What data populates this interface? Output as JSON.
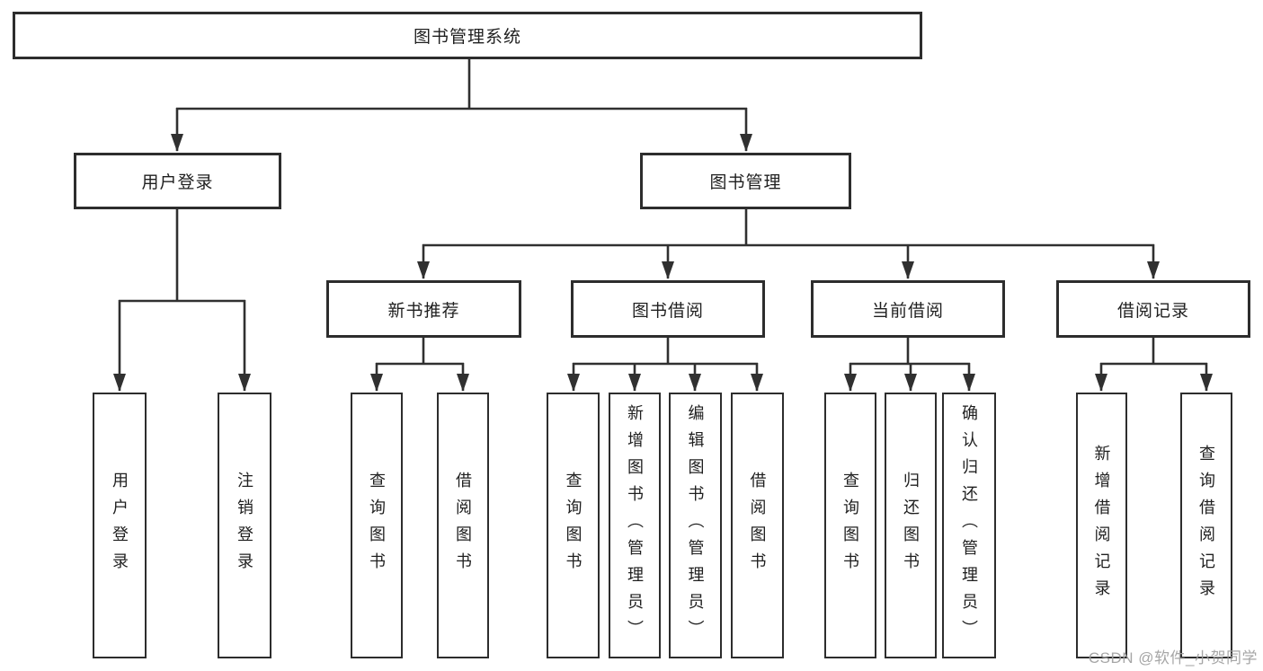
{
  "diagram": {
    "title": "图书管理系统",
    "root": {
      "label": "图书管理系统"
    },
    "level1": [
      {
        "label": "用户登录"
      },
      {
        "label": "图书管理"
      }
    ],
    "level2": [
      {
        "label": "新书推荐"
      },
      {
        "label": "图书借阅"
      },
      {
        "label": "当前借阅"
      },
      {
        "label": "借阅记录"
      }
    ],
    "leaves": {
      "user": [
        "用户登录",
        "注销登录"
      ],
      "newbook": [
        "查询图书",
        "借阅图书"
      ],
      "borrow": [
        "查询图书",
        "新增图书（管理员）",
        "编辑图书（管理员）",
        "借阅图书"
      ],
      "current": [
        "查询图书",
        "归还图书",
        "确认归还（管理员）"
      ],
      "records": [
        "新增借阅记录",
        "查询借阅记录"
      ]
    }
  },
  "watermark": {
    "text": "CSDN @软件_小贺同学"
  },
  "colors": {
    "line": "#303030",
    "box_border": "#2d2d2d",
    "text": "#1f1f1f",
    "watermark": "#9e9e9e",
    "background": "#ffffff"
  }
}
